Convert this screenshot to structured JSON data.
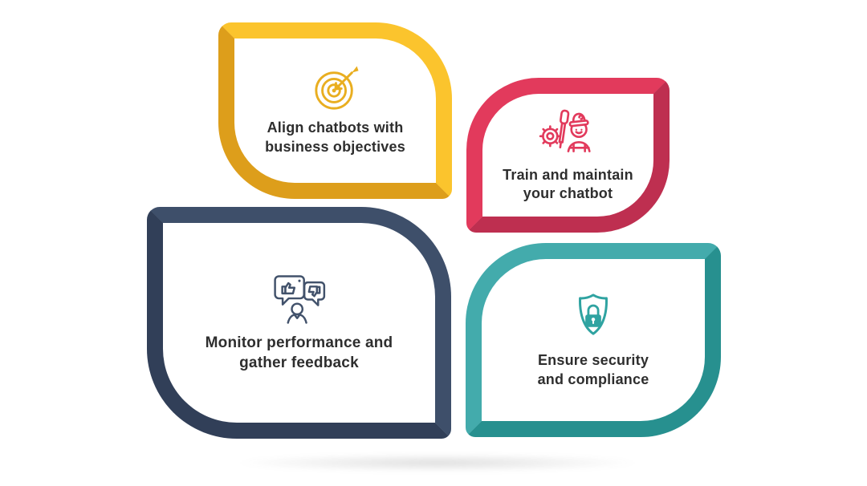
{
  "page": {
    "background": "#ffffff",
    "text_color": "#2E2E2E",
    "shadow_color": "#e9e9e9"
  },
  "cards": [
    {
      "id": "align-chatbots",
      "title_lines": [
        "Align chatbots with",
        "business objectives"
      ],
      "icon": "target-icon",
      "colors": {
        "bright": "#FBC42D",
        "dark": "#DD9E1B",
        "icon": "#E9AE20"
      }
    },
    {
      "id": "train-maintain",
      "title_lines": [
        "Train and maintain",
        "your chatbot"
      ],
      "icon": "worker-maintenance-icon",
      "colors": {
        "bright": "#E23A5C",
        "dark": "#BE2F50",
        "icon": "#E23A5C"
      }
    },
    {
      "id": "monitor-feedback",
      "title_lines": [
        "Monitor performance and",
        "gather feedback"
      ],
      "icon": "feedback-monitor-icon",
      "colors": {
        "bright": "#3E4F6A",
        "dark": "#313F58",
        "icon": "#42526B"
      }
    },
    {
      "id": "security-compliance",
      "title_lines": [
        "Ensure security",
        "and compliance"
      ],
      "icon": "shield-lock-icon",
      "colors": {
        "bright": "#43ABAC",
        "dark": "#27908F",
        "icon": "#2FA3A1"
      }
    }
  ]
}
